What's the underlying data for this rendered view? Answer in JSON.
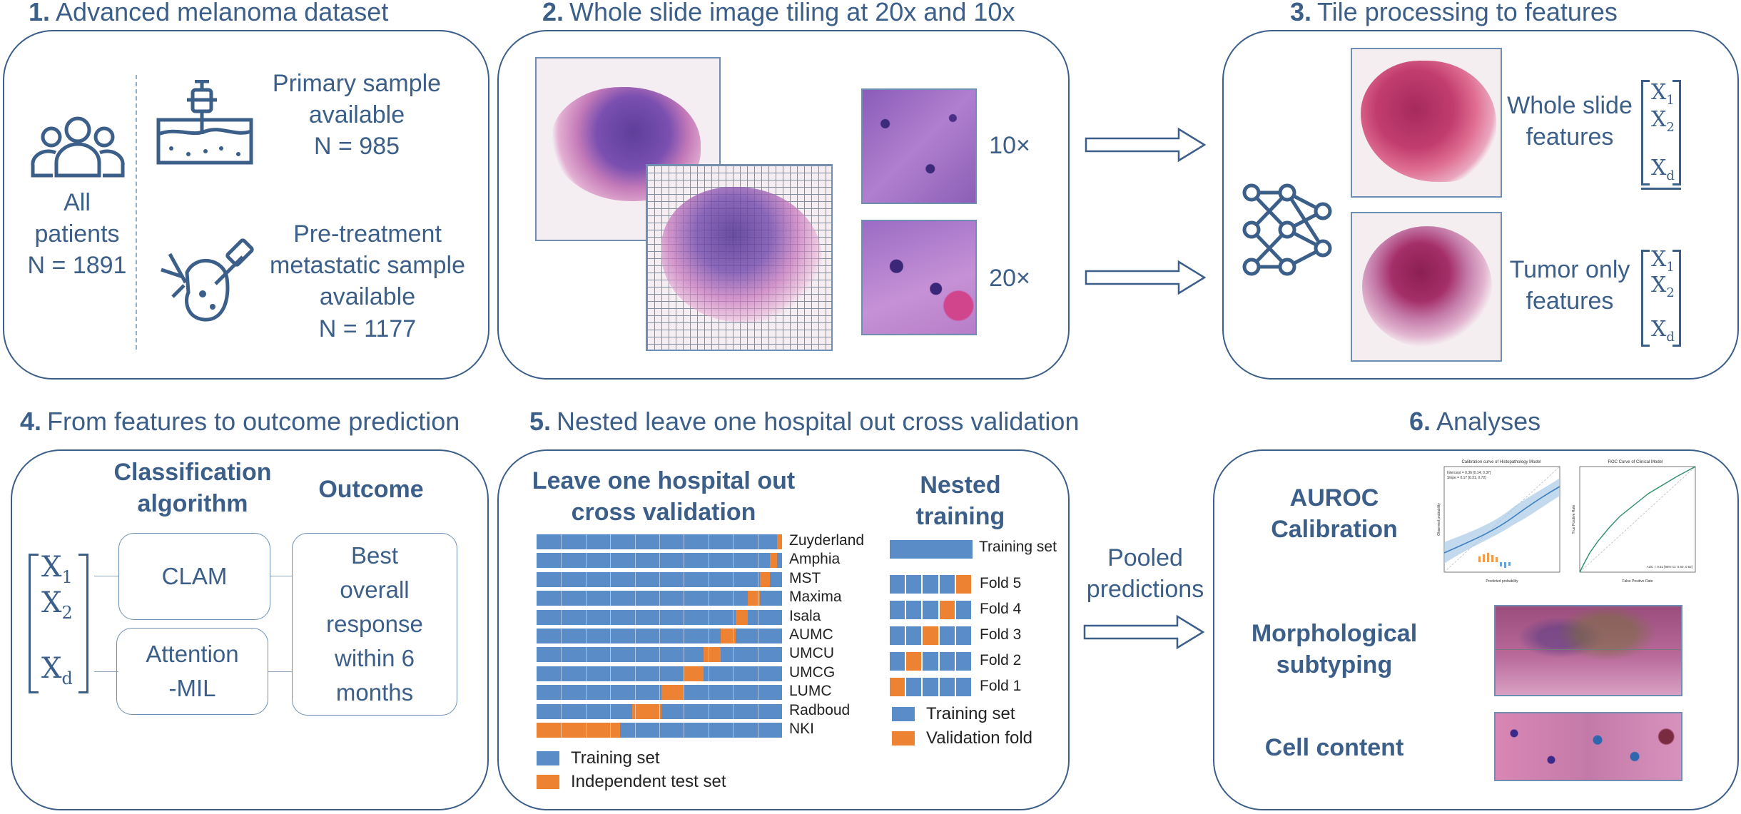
{
  "colors": {
    "accent": "#3c5f8a",
    "train": "#5a8cc8",
    "test": "#ee8233"
  },
  "panel1": {
    "num": "1.",
    "title": "Advanced melanoma dataset",
    "all": [
      "All",
      "patients",
      "N = 1891"
    ],
    "primary": [
      "Primary sample",
      "available",
      "N = 985"
    ],
    "meta": [
      "Pre-treatment",
      "metastatic sample",
      "available",
      "N = 1177"
    ],
    "icons": [
      "people-icon",
      "biopsy-icon",
      "organ-syringe-icon"
    ]
  },
  "panel2": {
    "num": "2.",
    "title": "Whole slide image tiling at 20x and 10x",
    "mag10": "10×",
    "mag20": "20×"
  },
  "panel3": {
    "num": "3.",
    "title": "Tile processing to features",
    "whole": [
      "Whole slide",
      "features"
    ],
    "tumor": [
      "Tumor only",
      "features"
    ],
    "vec": [
      "X",
      "1",
      "X",
      "2",
      "X",
      "d"
    ],
    "icon": "neural-network-icon"
  },
  "panel4": {
    "num": "4.",
    "title": "From features to outcome prediction",
    "classif": [
      "Classification",
      "algorithm"
    ],
    "outcome": "Outcome",
    "clam": "CLAM",
    "attn": [
      "Attention",
      "-MIL"
    ],
    "best": [
      "Best",
      "overall",
      "response",
      "within 6",
      "months"
    ]
  },
  "panel5": {
    "num": "5.",
    "title": "Nested leave one hospital out cross validation",
    "loho": [
      "Leave one hospital out",
      "cross validation"
    ],
    "nested": [
      "Nested",
      "training"
    ],
    "hospitals": [
      "Zuyderland",
      "Amphia",
      "MST",
      "Maxima",
      "Isala",
      "AUMC",
      "UMCU",
      "UMCG",
      "LUMC",
      "Radboud",
      "NKI"
    ],
    "test_fraction": [
      0.02,
      0.03,
      0.04,
      0.05,
      0.05,
      0.06,
      0.07,
      0.08,
      0.09,
      0.12,
      0.34
    ],
    "legend_train": "Training set",
    "legend_test": "Independent test set",
    "folds": [
      "Fold 5",
      "Fold 4",
      "Fold 3",
      "Fold 2",
      "Fold 1"
    ],
    "training_set": "Training set",
    "legend2_train": "Training set",
    "legend2_val": "Validation fold"
  },
  "pooled": [
    "Pooled",
    "predictions"
  ],
  "panel6": {
    "num": "6.",
    "title": "Analyses",
    "auroc": [
      "AUROC",
      "Calibration"
    ],
    "morph": [
      "Morphological",
      "subtyping"
    ],
    "cell": "Cell content",
    "cal_title": "Calibration curve of Histopathology Model",
    "roc_title": "ROC Curve of Clinical Model",
    "cal_xlabel": "Predicted probability",
    "roc_xlabel": "False Positive Rate",
    "cal_ylabel": "Observed probability",
    "roc_ylabel": "True Positive Rate",
    "roc_legend": "AUC = 0.61 [95% CI: 0.60, 0.62]",
    "cal_note": [
      "Intercept = 0.36 [0.14, 0.37]",
      "Slope = 0.17 [0.31, 0.72]"
    ]
  }
}
